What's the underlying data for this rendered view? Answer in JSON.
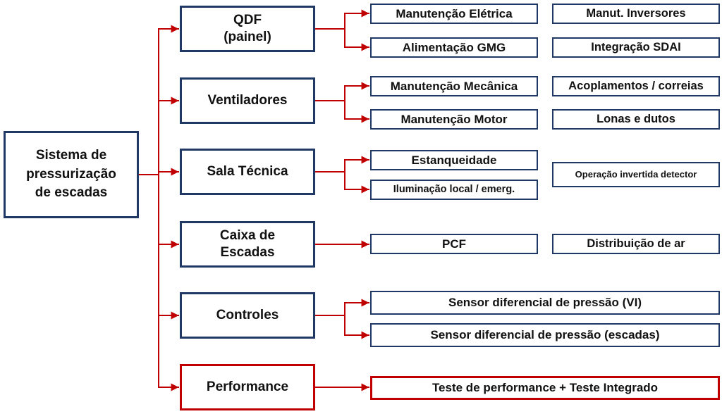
{
  "title": "Sistema de pressurização de escadas — diagrama de manutenção",
  "colors": {
    "box_border": "#1f3864",
    "connector": "#c00000",
    "highlight_border": "#c00000",
    "text": "#111111"
  },
  "root": {
    "label": "Sistema de\npressurização\nde escadas"
  },
  "branches": [
    {
      "label": "QDF\n(painel)",
      "children": [
        {
          "label": "Manutenção Elétrica"
        },
        {
          "label": "Alimentação GMG"
        }
      ],
      "extras": [
        {
          "label": "Manut. Inversores"
        },
        {
          "label": "Integração SDAI"
        }
      ]
    },
    {
      "label": "Ventiladores",
      "children": [
        {
          "label": "Manutenção Mecânica"
        },
        {
          "label": "Manutenção Motor"
        }
      ],
      "extras": [
        {
          "label": "Acoplamentos / correias"
        },
        {
          "label": "Lonas e dutos"
        }
      ]
    },
    {
      "label": "Sala Técnica",
      "children": [
        {
          "label": "Estanqueidade"
        },
        {
          "label": "Iluminação local / emerg."
        }
      ],
      "extras": [
        {
          "label": "Operação invertida detector"
        }
      ]
    },
    {
      "label": "Caixa de\nEscadas",
      "children": [
        {
          "label": "PCF"
        }
      ],
      "extras": [
        {
          "label": "Distribuição de ar"
        }
      ]
    },
    {
      "label": "Controles",
      "children": [
        {
          "label": "Sensor diferencial de pressão (VI)"
        },
        {
          "label": "Sensor diferencial de pressão (escadas)"
        }
      ],
      "extras": []
    },
    {
      "label": "Performance",
      "highlight": true,
      "children": [
        {
          "label": "Teste de performance + Teste Integrado"
        }
      ],
      "extras": []
    }
  ]
}
